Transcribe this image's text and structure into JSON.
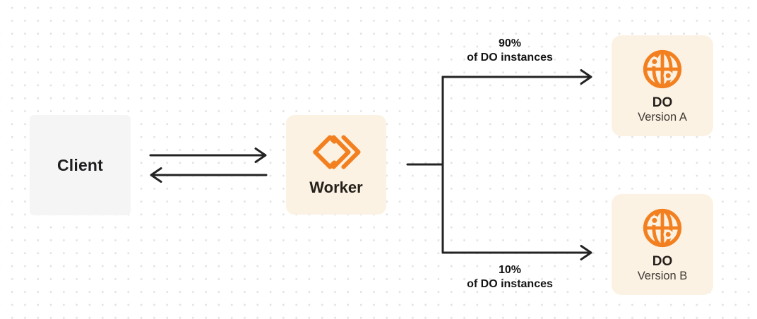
{
  "nodes": {
    "client": {
      "label": "Client"
    },
    "worker": {
      "label": "Worker"
    },
    "do_version_a": {
      "title": "DO",
      "subtitle": "Version A"
    },
    "do_version_b": {
      "title": "DO",
      "subtitle": "Version B"
    }
  },
  "branches": {
    "top": {
      "percent": "90%",
      "caption": "of DO instances"
    },
    "bottom": {
      "percent": "10%",
      "caption": "of DO instances"
    }
  },
  "icons": {
    "worker": "workers-chevrons-icon",
    "durable_object": "globe-icon"
  },
  "colors": {
    "accent_orange": "#F38020",
    "node_cream_bg": "#FCF2E3",
    "node_gray_bg": "#F5F5F6",
    "connector_dark": "#232323",
    "dot_grid": "#E2E2E2"
  }
}
